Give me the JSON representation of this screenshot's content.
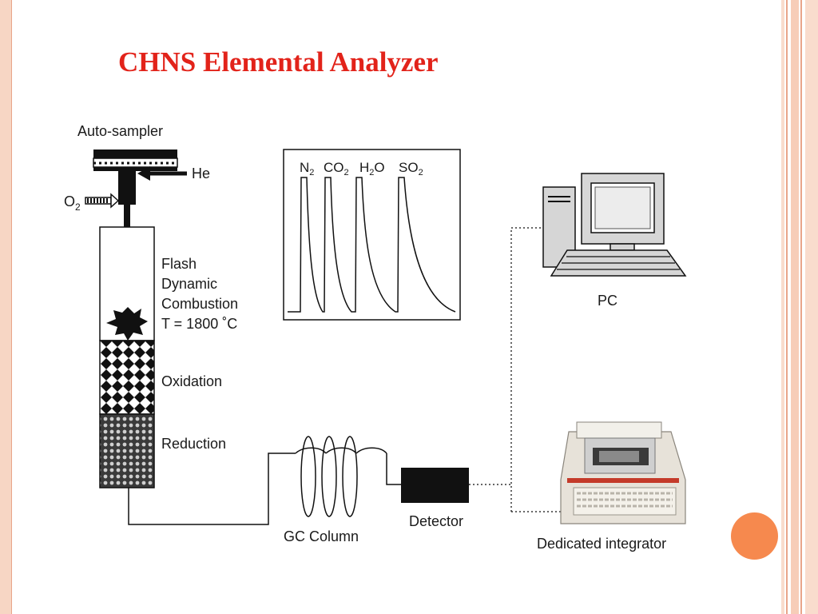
{
  "slide": {
    "title": "CHNS Elemental Analyzer",
    "accent_color": "#e2231a",
    "border_color": "#f3b49c",
    "dot_color": "#f6894e"
  },
  "labels": {
    "autosampler": "Auto-sampler",
    "he": "He",
    "o2_base": "O",
    "o2_sub": "2",
    "combustion_line1": "Flash",
    "combustion_line2": "Dynamic",
    "combustion_line3": "Combustion",
    "combustion_line4": "T = 1800 ˚C",
    "oxidation": "Oxidation",
    "reduction": "Reduction",
    "gc_column": "GC Column",
    "detector": "Detector",
    "pc": "PC",
    "integrator": "Dedicated integrator"
  },
  "chromatogram": {
    "peaks": [
      {
        "base": "N",
        "sub": "2",
        "tail": ""
      },
      {
        "base": "CO",
        "sub": "2",
        "tail": ""
      },
      {
        "base": "H",
        "sub": "2",
        "tail": "O"
      },
      {
        "base": "SO",
        "sub": "2",
        "tail": ""
      }
    ]
  }
}
